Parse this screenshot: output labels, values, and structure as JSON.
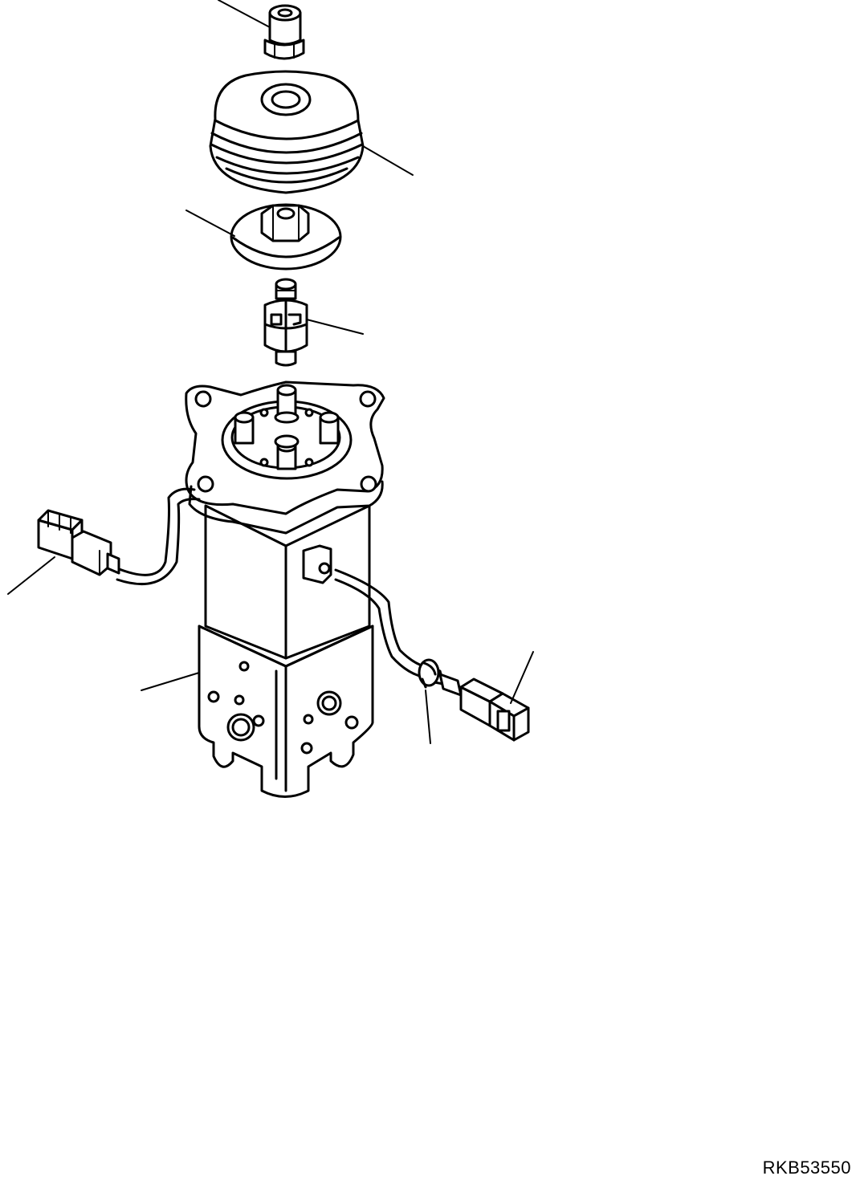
{
  "drawing": {
    "code": "RKB53550"
  },
  "parts": [
    {
      "name": "nut"
    },
    {
      "name": "boot"
    },
    {
      "name": "plate"
    },
    {
      "name": "universal-joint"
    },
    {
      "name": "valve-body"
    },
    {
      "name": "connector-left"
    },
    {
      "name": "connector-right"
    },
    {
      "name": "clamp"
    }
  ]
}
